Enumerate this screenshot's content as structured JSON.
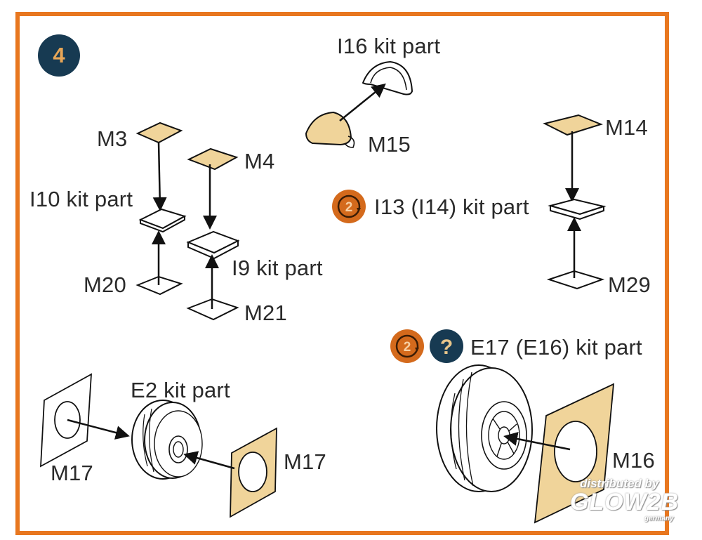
{
  "step": {
    "number": "4"
  },
  "labels": {
    "i16": "I16 kit part",
    "m15": "M15",
    "m3": "M3",
    "m4": "M4",
    "i10": "I10 kit part",
    "i9": "I9 kit part",
    "m20": "M20",
    "m21": "M21",
    "m14": "M14",
    "i13": "I13 (I14) kit part",
    "m29": "M29",
    "e17": "E17 (E16) kit part",
    "e2": "E2 kit part",
    "m17_left": "M17",
    "m17_right": "M17",
    "m16": "M16"
  },
  "icons": {
    "repeat_2x": {
      "name": "repeat-2x-icon",
      "glyph": "2",
      "color": "#d46a1c"
    },
    "question": {
      "name": "question-icon",
      "glyph": "?",
      "color": "#173a52"
    }
  },
  "watermark": {
    "line1": "distributed by",
    "brand": "GLOW2B",
    "line3": "germany"
  },
  "colors": {
    "frame": "#e8771f",
    "mask": "#f0d49a",
    "navy": "#173a52",
    "orange": "#d46a1c"
  }
}
